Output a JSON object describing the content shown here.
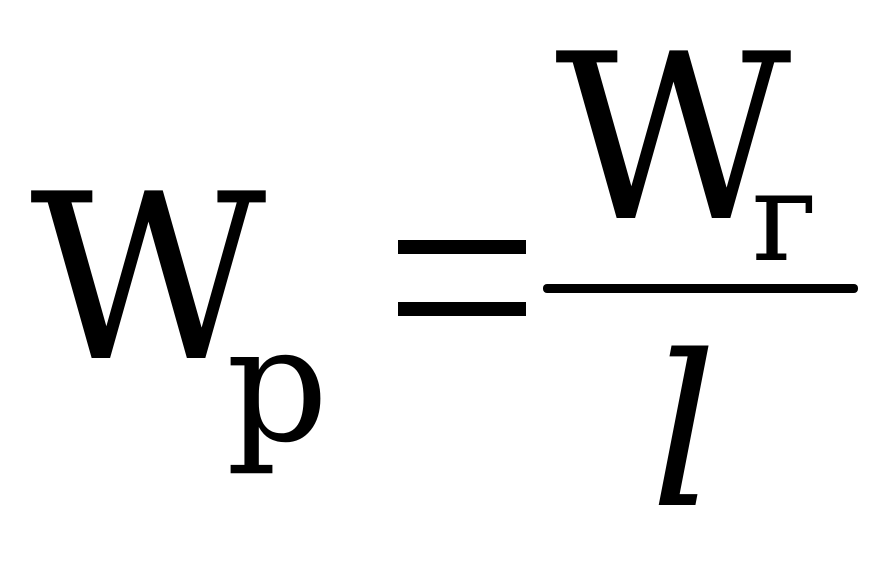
{
  "formula": {
    "lhs_symbol": "W",
    "lhs_subscript": "р",
    "operator": "=",
    "numerator_symbol": "W",
    "numerator_subscript": "г",
    "denominator": "l"
  }
}
